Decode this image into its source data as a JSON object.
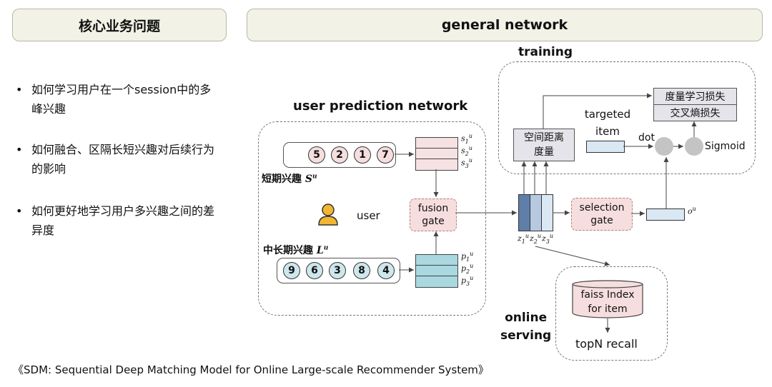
{
  "header": {
    "left_title": "核心业务问题",
    "right_title": "general network"
  },
  "bullets": [
    "如何学习用户在一个session中的多峰兴趣",
    "如何融合、区隔长短兴趣对后续行为的影响",
    "如何更好地学习用户多兴趣之间的差异度"
  ],
  "bullet_char": "•",
  "diagram": {
    "training_label": "training",
    "upn_label": "user prediction network",
    "online_label": "online\nserving",
    "short_term": {
      "items": [
        "5",
        "2",
        "1",
        "7"
      ],
      "label": "短期兴趣",
      "symbol": "S",
      "symbol_sup": "u",
      "outputs": [
        {
          "base": "s",
          "sub": "1",
          "sup": "u"
        },
        {
          "base": "s",
          "sub": "2",
          "sup": "u"
        },
        {
          "base": "s",
          "sub": "3",
          "sup": "u"
        }
      ]
    },
    "long_term": {
      "items": [
        "9",
        "6",
        "3",
        "8",
        "4"
      ],
      "label": "中长期兴趣",
      "symbol": "L",
      "symbol_sup": "u",
      "outputs": [
        {
          "base": "p",
          "sub": "1",
          "sup": "u"
        },
        {
          "base": "p",
          "sub": "2",
          "sup": "u"
        },
        {
          "base": "p",
          "sub": "3",
          "sup": "u"
        }
      ]
    },
    "user_label": "user",
    "fusion_gate": "fusion\ngate",
    "z_labels": [
      {
        "base": "z",
        "sub": "1",
        "sup": "u"
      },
      {
        "base": "z",
        "sub": "2",
        "sup": "u"
      },
      {
        "base": "z",
        "sub": "3",
        "sup": "u"
      }
    ],
    "selection_gate": "selection\ngate",
    "output_symbol": {
      "base": "o",
      "sup": "u"
    },
    "distance_box": "空间距离\n度量",
    "loss_top": "度量学习损失",
    "loss_bottom": "交叉熵损失",
    "targeted_item": "targeted\nitem",
    "dot_label": "dot",
    "sigmoid_label": "Sigmoid",
    "faiss_label": "faiss Index\nfor item",
    "topn_label": "topN recall"
  },
  "footer": "《SDM: Sequential Deep Matching Model for Online Large-scale Recommender System》",
  "colors": {
    "header_bg": "#f2f2e6",
    "pink": "#f6dede",
    "light_blue": "#cde7ec",
    "z_dark": "#5f7fa8",
    "z_mid": "#b7c9e0",
    "z_light": "#dae8f4",
    "user_icon": "#f2b632"
  }
}
